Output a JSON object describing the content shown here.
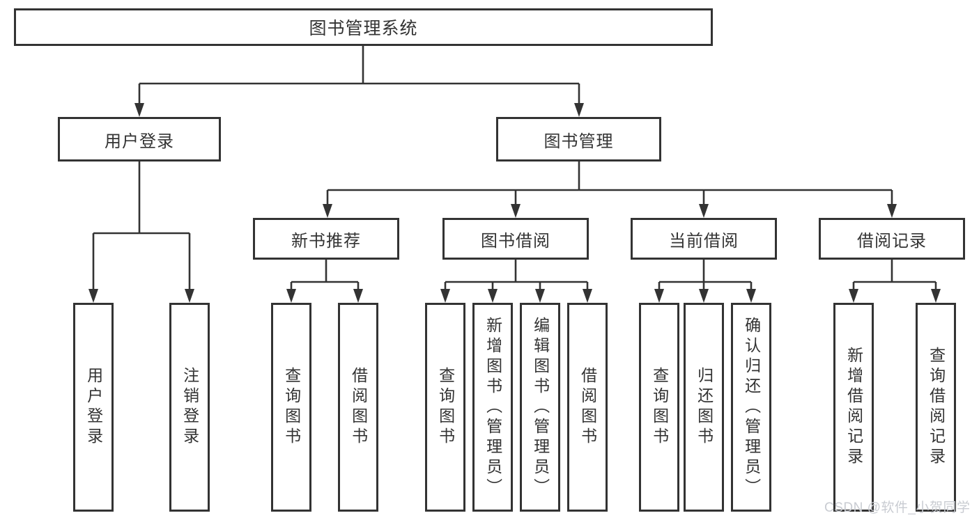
{
  "colors": {
    "line": "#333333",
    "box_border": "#333333",
    "text": "#333333",
    "background": "#ffffff",
    "watermark": "#c9ccd2"
  },
  "root": {
    "label": "图书管理系统"
  },
  "branches": {
    "user_login": {
      "label": "用户登录",
      "children": [
        {
          "label": "用户登录"
        },
        {
          "label": "注销登录"
        }
      ]
    },
    "book_mgmt": {
      "label": "图书管理",
      "children": [
        {
          "label": "新书推荐",
          "children": [
            {
              "label": "查询图书"
            },
            {
              "label": "借阅图书"
            }
          ]
        },
        {
          "label": "图书借阅",
          "children": [
            {
              "label": "查询图书"
            },
            {
              "label": "新增图书（管理员）"
            },
            {
              "label": "编辑图书（管理员）"
            },
            {
              "label": "借阅图书"
            }
          ]
        },
        {
          "label": "当前借阅",
          "children": [
            {
              "label": "查询图书"
            },
            {
              "label": "归还图书"
            },
            {
              "label": "确认归还（管理员）"
            }
          ]
        },
        {
          "label": "借阅记录",
          "children": [
            {
              "label": "新增借阅记录"
            },
            {
              "label": "查询借阅记录"
            }
          ]
        }
      ]
    }
  },
  "watermark": {
    "text": "CSDN @软件_小贺同学"
  }
}
